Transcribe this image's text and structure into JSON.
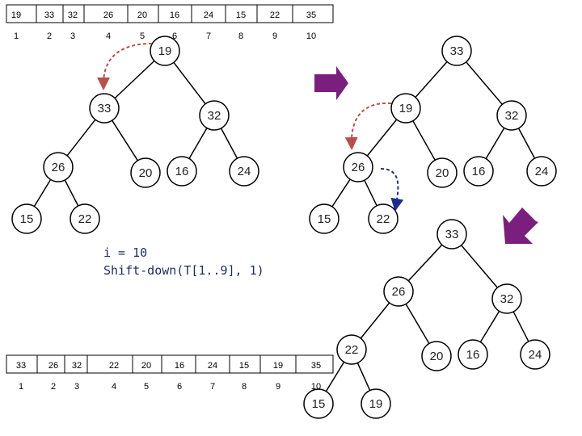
{
  "top_array": {
    "values": [
      "19",
      "33",
      "32",
      "26",
      "20",
      "16",
      "24",
      "15",
      "22",
      "35"
    ],
    "indices": [
      "1",
      "2",
      "3",
      "4",
      "5",
      "6",
      "7",
      "8",
      "9",
      "10"
    ],
    "highlight_color": "#c0504d"
  },
  "bottom_array": {
    "values": [
      "33",
      "26",
      "32",
      "22",
      "20",
      "16",
      "24",
      "15",
      "19",
      "35"
    ],
    "indices": [
      "1",
      "2",
      "3",
      "4",
      "5",
      "6",
      "7",
      "8",
      "9",
      "10"
    ],
    "highlight_color": "#c0504d"
  },
  "trees": [
    {
      "nodes": [
        "19",
        "33",
        "32",
        "26",
        "20",
        "16",
        "24",
        "15",
        "22"
      ],
      "edges": [
        [
          0,
          1
        ],
        [
          0,
          2
        ],
        [
          1,
          3
        ],
        [
          1,
          4
        ],
        [
          2,
          5
        ],
        [
          2,
          6
        ],
        [
          3,
          7
        ],
        [
          3,
          8
        ]
      ]
    },
    {
      "nodes": [
        "33",
        "19",
        "32",
        "26",
        "20",
        "16",
        "24",
        "15",
        "22"
      ],
      "edges": [
        [
          0,
          1
        ],
        [
          0,
          2
        ],
        [
          1,
          3
        ],
        [
          1,
          4
        ],
        [
          2,
          5
        ],
        [
          2,
          6
        ],
        [
          3,
          7
        ],
        [
          3,
          8
        ]
      ]
    },
    {
      "nodes": [
        "33",
        "26",
        "32",
        "22",
        "20",
        "16",
        "24",
        "15",
        "19"
      ],
      "edges": [
        [
          0,
          1
        ],
        [
          0,
          2
        ],
        [
          1,
          3
        ],
        [
          1,
          4
        ],
        [
          2,
          5
        ],
        [
          2,
          6
        ],
        [
          3,
          7
        ],
        [
          3,
          8
        ]
      ]
    }
  ],
  "caption": {
    "line1": "i = 10",
    "line2": "Shift-down(T[1..9], 1)"
  },
  "colors": {
    "arrow": "#7b1f7e",
    "swap_arrow_1": "#b5504b",
    "swap_arrow_2": "#1f2d8a",
    "code": "#1f2d5a"
  }
}
